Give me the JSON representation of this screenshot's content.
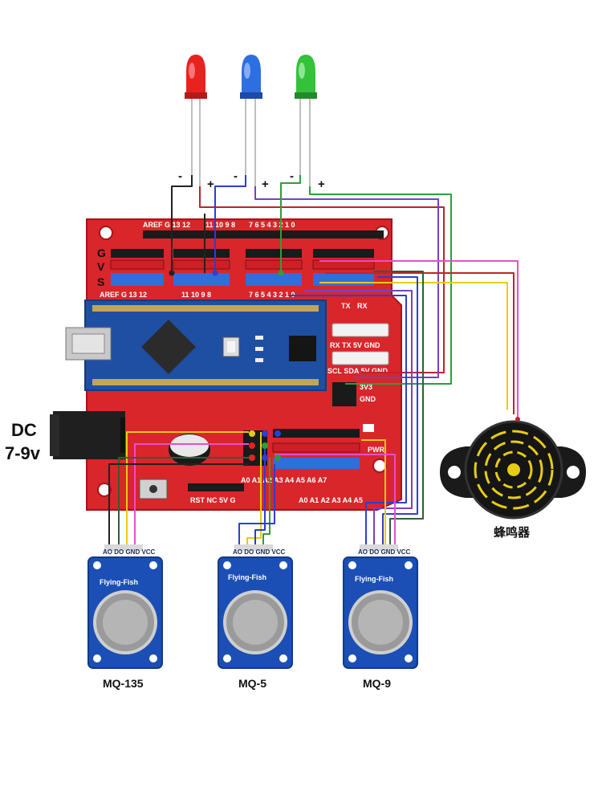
{
  "leds": [
    {
      "color": "#e8231f",
      "neg": "-",
      "pos": "+"
    },
    {
      "color": "#2d6fe0",
      "neg": "-",
      "pos": "+"
    },
    {
      "color": "#33c23a",
      "neg": "-",
      "pos": "+"
    }
  ],
  "shield": {
    "top_header_left": "AREF G  13 12",
    "top_header_mid": "11  10  9  8",
    "top_header_right": "7  6  5  4  3  2  1  0",
    "row_g": "G",
    "row_v": "V",
    "row_s": "S",
    "bottom_left": "AREF  G   13  12",
    "bottom_mid": "11  10  9  8",
    "bottom_right": "7  6  5  4  3  2  1  0",
    "tx": "TX",
    "rx": "RX",
    "uart_labels": "RX TX 5V GND",
    "i2c_labels": "SCL SDA 5V GND",
    "v33": "3V3",
    "gnd": "GND",
    "analog_labels": "A0 A1 A2 A3 A4 A5 A6 A7",
    "analog_right": "A0 A1 A2 A3 A4 A5",
    "rst_labels": "RST  NC  5V  G",
    "pwr": "PWR"
  },
  "power": {
    "label_dc": "DC",
    "label_voltage": "7-9v"
  },
  "sensors": [
    {
      "model": "MQ-135",
      "brand": "Flying-Fish",
      "pins": "AO DO GND VCC"
    },
    {
      "model": "MQ-5",
      "brand": "Flying-Fish",
      "pins": "AO DO GND VCC"
    },
    {
      "model": "MQ-9",
      "brand": "Flying-Fish",
      "pins": "AO DO GND VCC"
    }
  ],
  "buzzer": {
    "label": "蜂鸣器"
  },
  "colors": {
    "board": "#d8262b",
    "board_edge": "#a81419",
    "nano": "#1f4fa3",
    "module": "#1b4fb5",
    "wire_red": "#c0232b",
    "wire_black": "#222222",
    "wire_green": "#2e9e3a",
    "wire_purple": "#7a3fc2",
    "wire_blue": "#2b3fd1",
    "wire_yellow": "#e7cc12",
    "wire_pink": "#e64fd0",
    "wire_darkgreen": "#2f5e3a"
  }
}
